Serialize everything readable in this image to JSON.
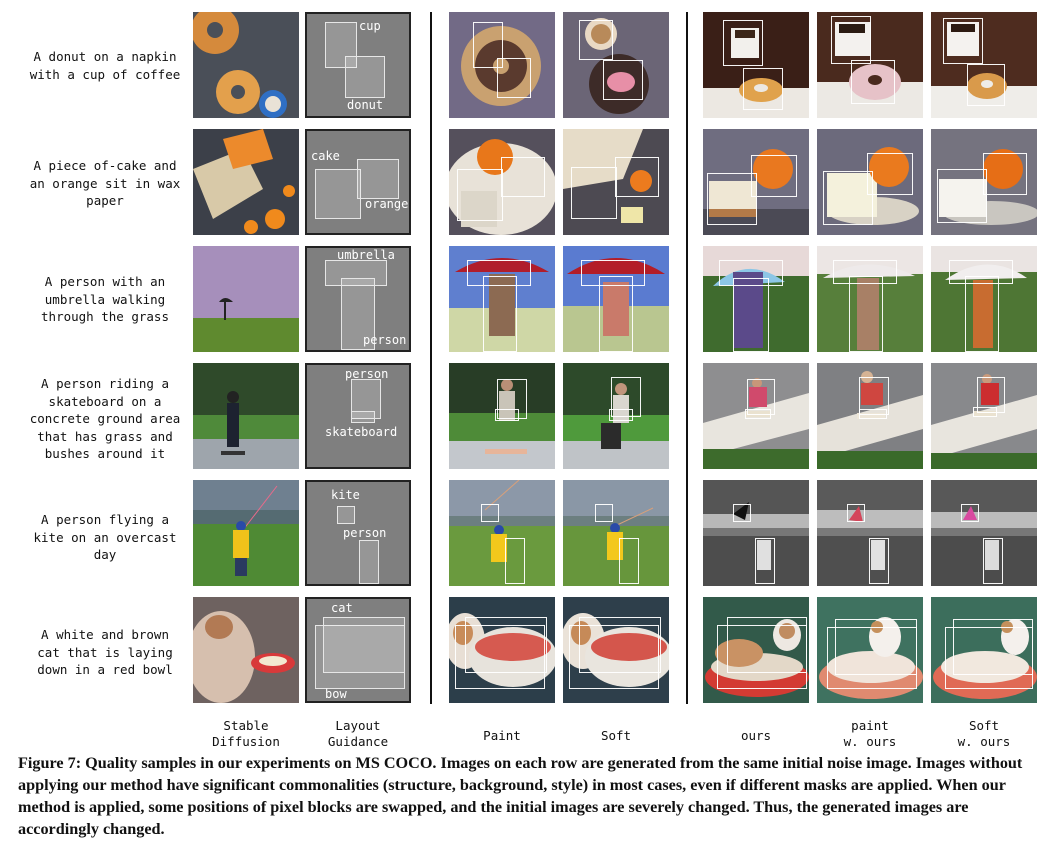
{
  "prompts": [
    "A donut on a napkin\nwith a cup of coffee",
    "A piece of-cake and\nan orange sit in wax\npaper",
    "A person with an\numbrella walking\nthrough the grass",
    "A person riding a\nskateboard on a\nconcrete ground area\nthat has grass and\nbushes around it",
    "A person flying a\nkite on an overcast\nday",
    "A white and brown\ncat that is laying\ndown in a red bowl"
  ],
  "layout_labels": {
    "row0": [
      "cup",
      "donut"
    ],
    "row1": [
      "cake",
      "orange"
    ],
    "row2": [
      "umbrella",
      "person"
    ],
    "row3": [
      "person",
      "skateboard"
    ],
    "row4": [
      "kite",
      "person"
    ],
    "row5": [
      "cat",
      "bow"
    ]
  },
  "column_headers": [
    "Stable\nDiffusion",
    "Layout\nGuidance",
    "Paint",
    "Soft",
    "ours",
    "paint\nw. ours",
    "Soft\nw. ours"
  ],
  "caption": "Figure 7: Quality samples in our experiments on MS COCO. Images on each row are generated from the same initial noise image. Images without applying our method have significant commonalities (structure, background, style) in most cases, even if different masks are applied. When our method is applied, some positions of pixel blocks are swapped, and the initial images are severely changed. Thus, the generated images are accordingly changed."
}
